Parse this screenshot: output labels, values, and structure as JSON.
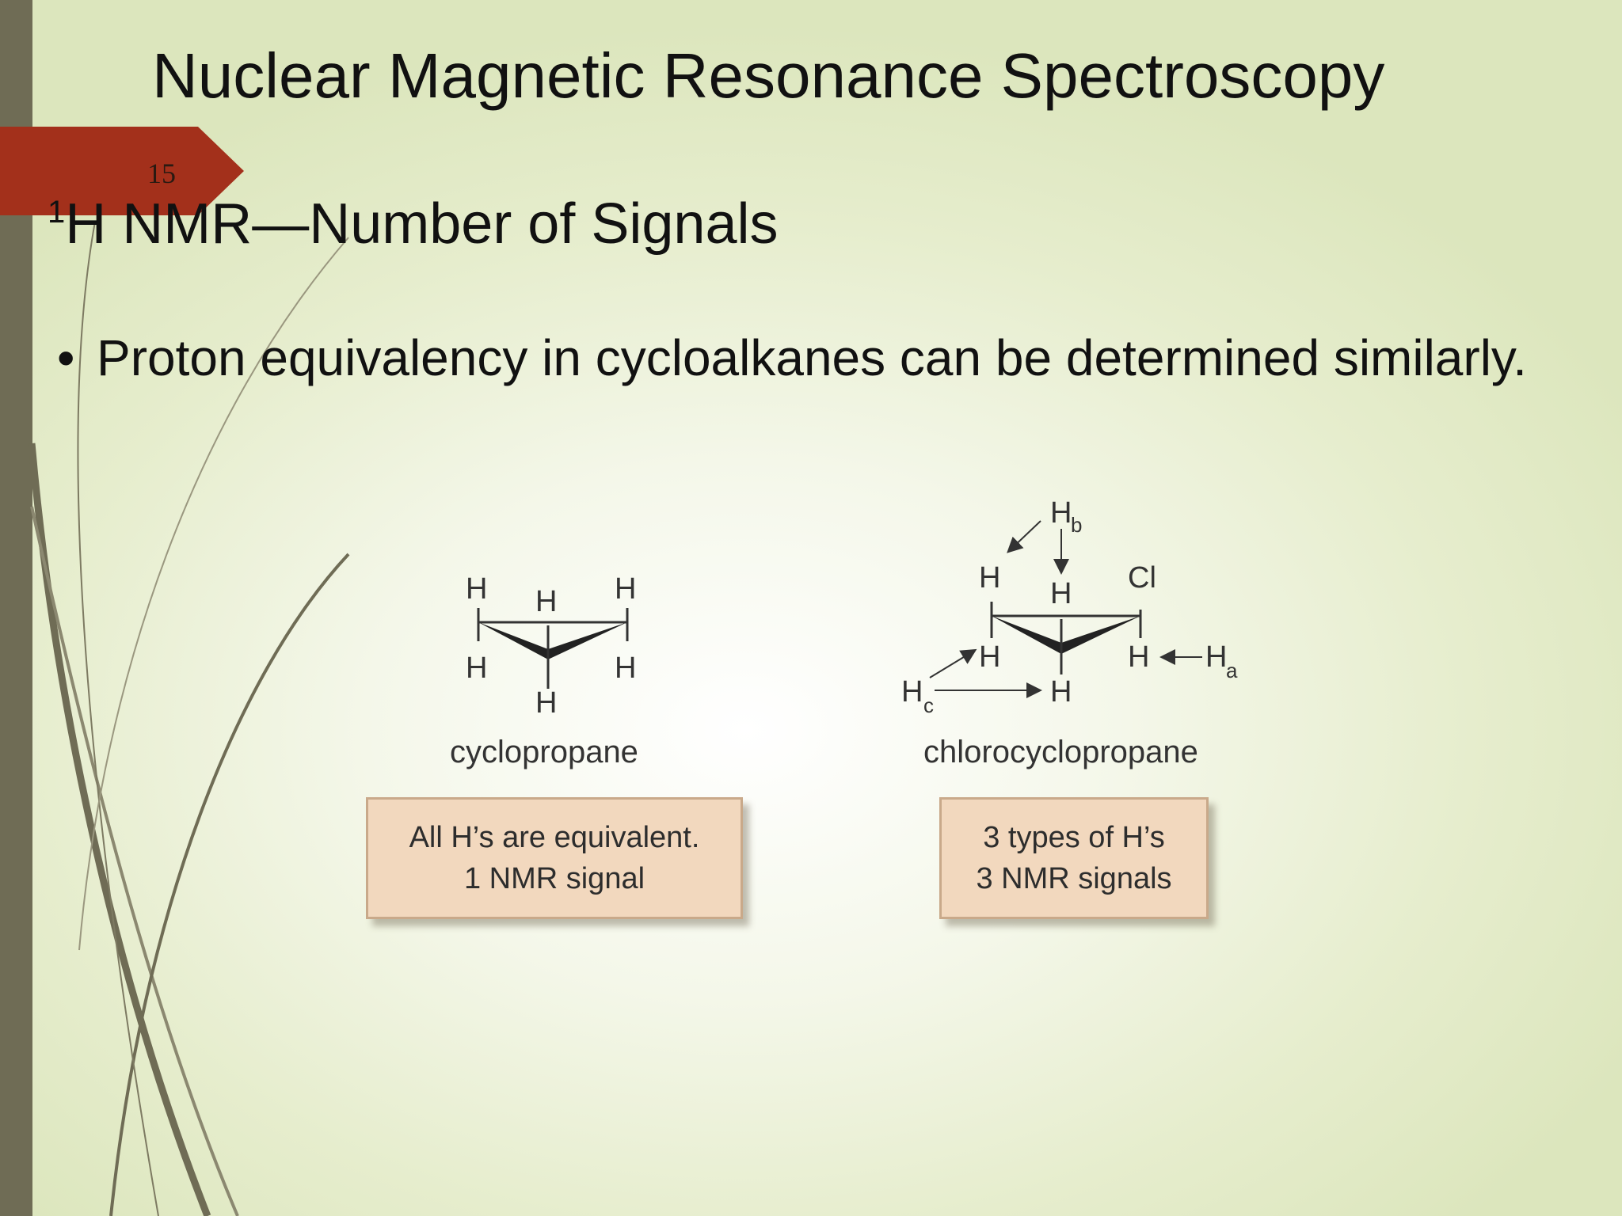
{
  "slide": {
    "number": "15",
    "title": "Nuclear Magnetic Resonance Spectroscopy",
    "subtitle_sup": "1",
    "subtitle_main": "H NMR—Number of Signals",
    "bullet": "Proton equivalency in cycloalkanes can be determined similarly.",
    "bullet_marker": "•"
  },
  "figure": {
    "left_caption": "cyclopropane",
    "left_box_line1": "All H’s are equivalent.",
    "left_box_line2": "1 NMR signal",
    "right_caption": "chlorocyclopropane",
    "right_box_line1": "3 types of H’s",
    "right_box_line2": "3 NMR signals",
    "atom_h": "H",
    "atom_cl": "Cl",
    "label_a": "a",
    "label_b": "b",
    "label_c": "c"
  },
  "colors": {
    "left_bar": "#6f6c55",
    "number_tab": "#a3301b",
    "box_fill": "#f2d8be"
  }
}
